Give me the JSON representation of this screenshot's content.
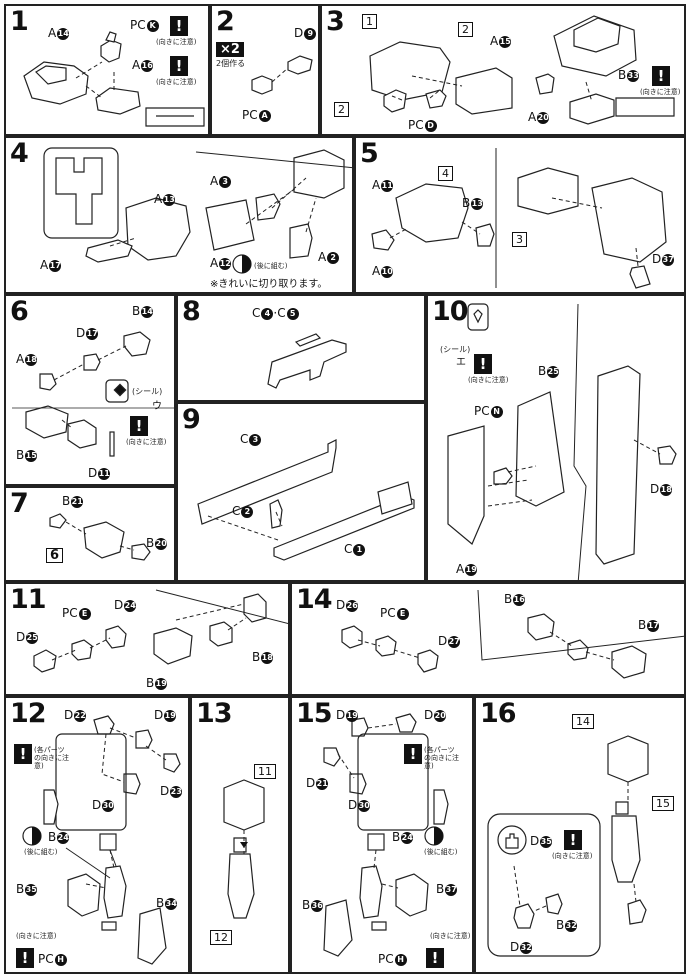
{
  "steps": {
    "s1": {
      "num": "1",
      "labels": {
        "a14": "A",
        "a14n": "14",
        "pck": "PC",
        "pckn": "K",
        "a16": "A",
        "a16n": "16"
      },
      "warn": "!",
      "note": "(向きに注意)"
    },
    "s2": {
      "num": "2",
      "labels": {
        "d9": "D",
        "d9n": "9",
        "pca": "PC",
        "pcan": "A"
      },
      "badge": "×2",
      "badge_note": "2個作る"
    },
    "s3": {
      "num": "3",
      "labels": {
        "a15": "A",
        "a15n": "15",
        "pcd": "PC",
        "pcdn": "D",
        "a20": "A",
        "a20n": "20",
        "b33": "B",
        "b33n": "33"
      },
      "sub": [
        "1",
        "2",
        "2"
      ],
      "warn": "!",
      "note": "(向きに注意)"
    },
    "s4": {
      "num": "4",
      "labels": {
        "a13": "A",
        "a13n": "13",
        "a3": "A",
        "a3n": "3",
        "a17": "A",
        "a17n": "17",
        "a12": "A",
        "a12n": "12",
        "a2": "A",
        "a2n": "2"
      },
      "note_glue": "(後に組む)",
      "cut_note": "※きれいに切り取ります。"
    },
    "s5": {
      "num": "5",
      "labels": {
        "a11": "A",
        "a11n": "11",
        "a10": "A",
        "a10n": "10",
        "b13": "B",
        "b13n": "13",
        "d37": "D",
        "d37n": "37"
      },
      "sub": [
        "4",
        "3"
      ]
    },
    "s6": {
      "num": "6",
      "labels": {
        "b14": "B",
        "b14n": "14",
        "d17": "D",
        "d17n": "17",
        "a18": "A",
        "a18n": "18",
        "b15": "B",
        "b15n": "15",
        "d11": "D",
        "d11n": "11"
      },
      "seal": "(シール)",
      "seal_n": "ウ",
      "warn": "!",
      "note": "(向きに注意)"
    },
    "s7": {
      "num": "7",
      "labels": {
        "b21": "B",
        "b21n": "21",
        "b20": "B",
        "b20n": "20"
      },
      "sub": [
        "6"
      ]
    },
    "s8": {
      "num": "8",
      "labels": {
        "c4c5": "C",
        "c4": "4",
        "c5": "5"
      }
    },
    "s9": {
      "num": "9",
      "labels": {
        "c3": "C",
        "c3n": "3",
        "c2": "C",
        "c2n": "2",
        "c1": "C",
        "c1n": "1"
      }
    },
    "s10": {
      "num": "10",
      "labels": {
        "b25": "B",
        "b25n": "25",
        "pcn": "PC",
        "pcnn": "N",
        "a19": "A",
        "a19n": "19",
        "d18": "D",
        "d18n": "18"
      },
      "seal": "(シール)",
      "seal_n": "エ",
      "warn": "!",
      "note": "(向きに注意)"
    },
    "s11": {
      "num": "11",
      "labels": {
        "pce": "PC",
        "pcen": "E",
        "d24": "D",
        "d24n": "24",
        "d25": "D",
        "d25n": "25",
        "b18": "B",
        "b18n": "18",
        "b19": "B",
        "b19n": "19"
      }
    },
    "s12": {
      "num": "12",
      "labels": {
        "d22": "D",
        "d22n": "22",
        "d19": "D",
        "d19n": "19",
        "d30": "D",
        "d30n": "30",
        "d23": "D",
        "d23n": "23",
        "b24": "B",
        "b24n": "24",
        "b35": "B",
        "b35n": "35",
        "b34": "B",
        "b34n": "34",
        "pch": "PC",
        "pchn": "H"
      },
      "note_parts": "(各パーツの向きに注意)",
      "note_glue": "(後に組む)",
      "warn": "!",
      "note": "(向きに注意)"
    },
    "s13": {
      "num": "13",
      "sub": [
        "11",
        "12"
      ]
    },
    "s14": {
      "num": "14",
      "labels": {
        "d26": "D",
        "d26n": "26",
        "pce": "PC",
        "pcen": "E",
        "d27": "D",
        "d27n": "27",
        "b16": "B",
        "b16n": "16",
        "b17": "B",
        "b17n": "17"
      }
    },
    "s15": {
      "num": "15",
      "labels": {
        "d19": "D",
        "d19n": "19",
        "d20": "D",
        "d20n": "20",
        "d21": "D",
        "d21n": "21",
        "d30": "D",
        "d30n": "30",
        "b24": "B",
        "b24n": "24",
        "b36": "B",
        "b36n": "36",
        "b37": "B",
        "b37n": "37",
        "pch": "PC",
        "pchn": "H"
      },
      "note_parts": "(各パーツの向きに注意)",
      "note_glue": "(後に組む)",
      "warn": "!",
      "note": "(向きに注意)"
    },
    "s16": {
      "num": "16",
      "labels": {
        "d35": "D",
        "d35n": "35",
        "b32": "B",
        "b32n": "32",
        "d32": "D",
        "d32n": "32"
      },
      "sub": [
        "14",
        "15"
      ],
      "warn": "!",
      "note": "(向きに注意)"
    }
  }
}
